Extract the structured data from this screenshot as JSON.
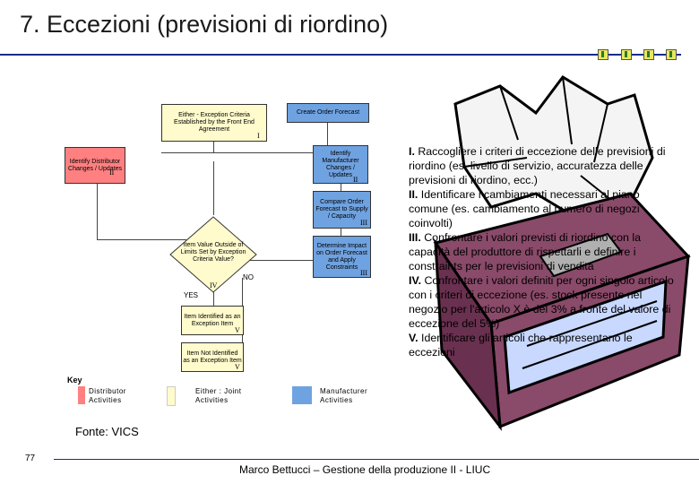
{
  "slide": {
    "title": "7. Eccezioni (previsioni di riordino)",
    "source": "Fonte: VICS",
    "page_number": "77",
    "footer": "Marco Bettucci – Gestione della produzione II - LIUC"
  },
  "diagram": {
    "box_either": "Either - Exception Criteria Established by the Front End Agreement",
    "box_either_num": "I",
    "box_create": "Create Order Forecast",
    "box_distributor": "Identify Distributor Changes / Updates",
    "box_distributor_num": "II",
    "box_manufacturer": "Identify Manufacturer Changes / Updates",
    "box_manufacturer_num": "II",
    "box_compare": "Compare Order Forecast to Supply / Capacity",
    "box_compare_num": "III",
    "box_determine": "Determine Impact on Order Forecast and Apply Constraints",
    "box_determine_num": "III",
    "decision": "Item Value Outside of Limits Set by Exception Criteria Value?",
    "decision_num": "IV",
    "label_no": "NO",
    "label_yes": "YES",
    "box_identified": "Item Identified as an Exception Item",
    "box_identified_num": "V",
    "box_not_identified": "Item Not Identified as an Exception Item",
    "box_not_identified_num": "V"
  },
  "key": {
    "title": "Key",
    "distributor_line1": "Distributor",
    "distributor_line2": "Activities",
    "either_line1": "Either : Joint",
    "either_line2": "Activities",
    "manufacturer_line1": "Manufacturer",
    "manufacturer_line2": "Activities",
    "colors": {
      "distributor": "#ff8080",
      "either": "#fffbcc",
      "manufacturer": "#6fa2e0"
    }
  },
  "body_text": {
    "p1_num": "I.",
    "p1": "Raccogliere i criteri di eccezione delle previsioni di riordino (es. livello di servizio, accuratezza delle previsioni di riordino, ecc.)",
    "p2_num": "II.",
    "p2": "Identificare i cambiamenti necessari al piano comune (es. cambiamento al numero di negozi coinvolti)",
    "p3_num": "III.",
    "p3": "Confrontare i valori previsti di riordino con la capacità del produttore di rispettarli e definire i constraints per le previsioni di vendita",
    "p4_num": "IV.",
    "p4": "Confrontare i valori definiti per ogni singolo articolo con i criteri di eccezione (es. stock presente nel negozio per l'articolo X è del 3% a fronte del valore di eccezione del 5%)",
    "p5_num": "V.",
    "p5": "Identificare gli articoli che rappresentano le eccezioni"
  }
}
